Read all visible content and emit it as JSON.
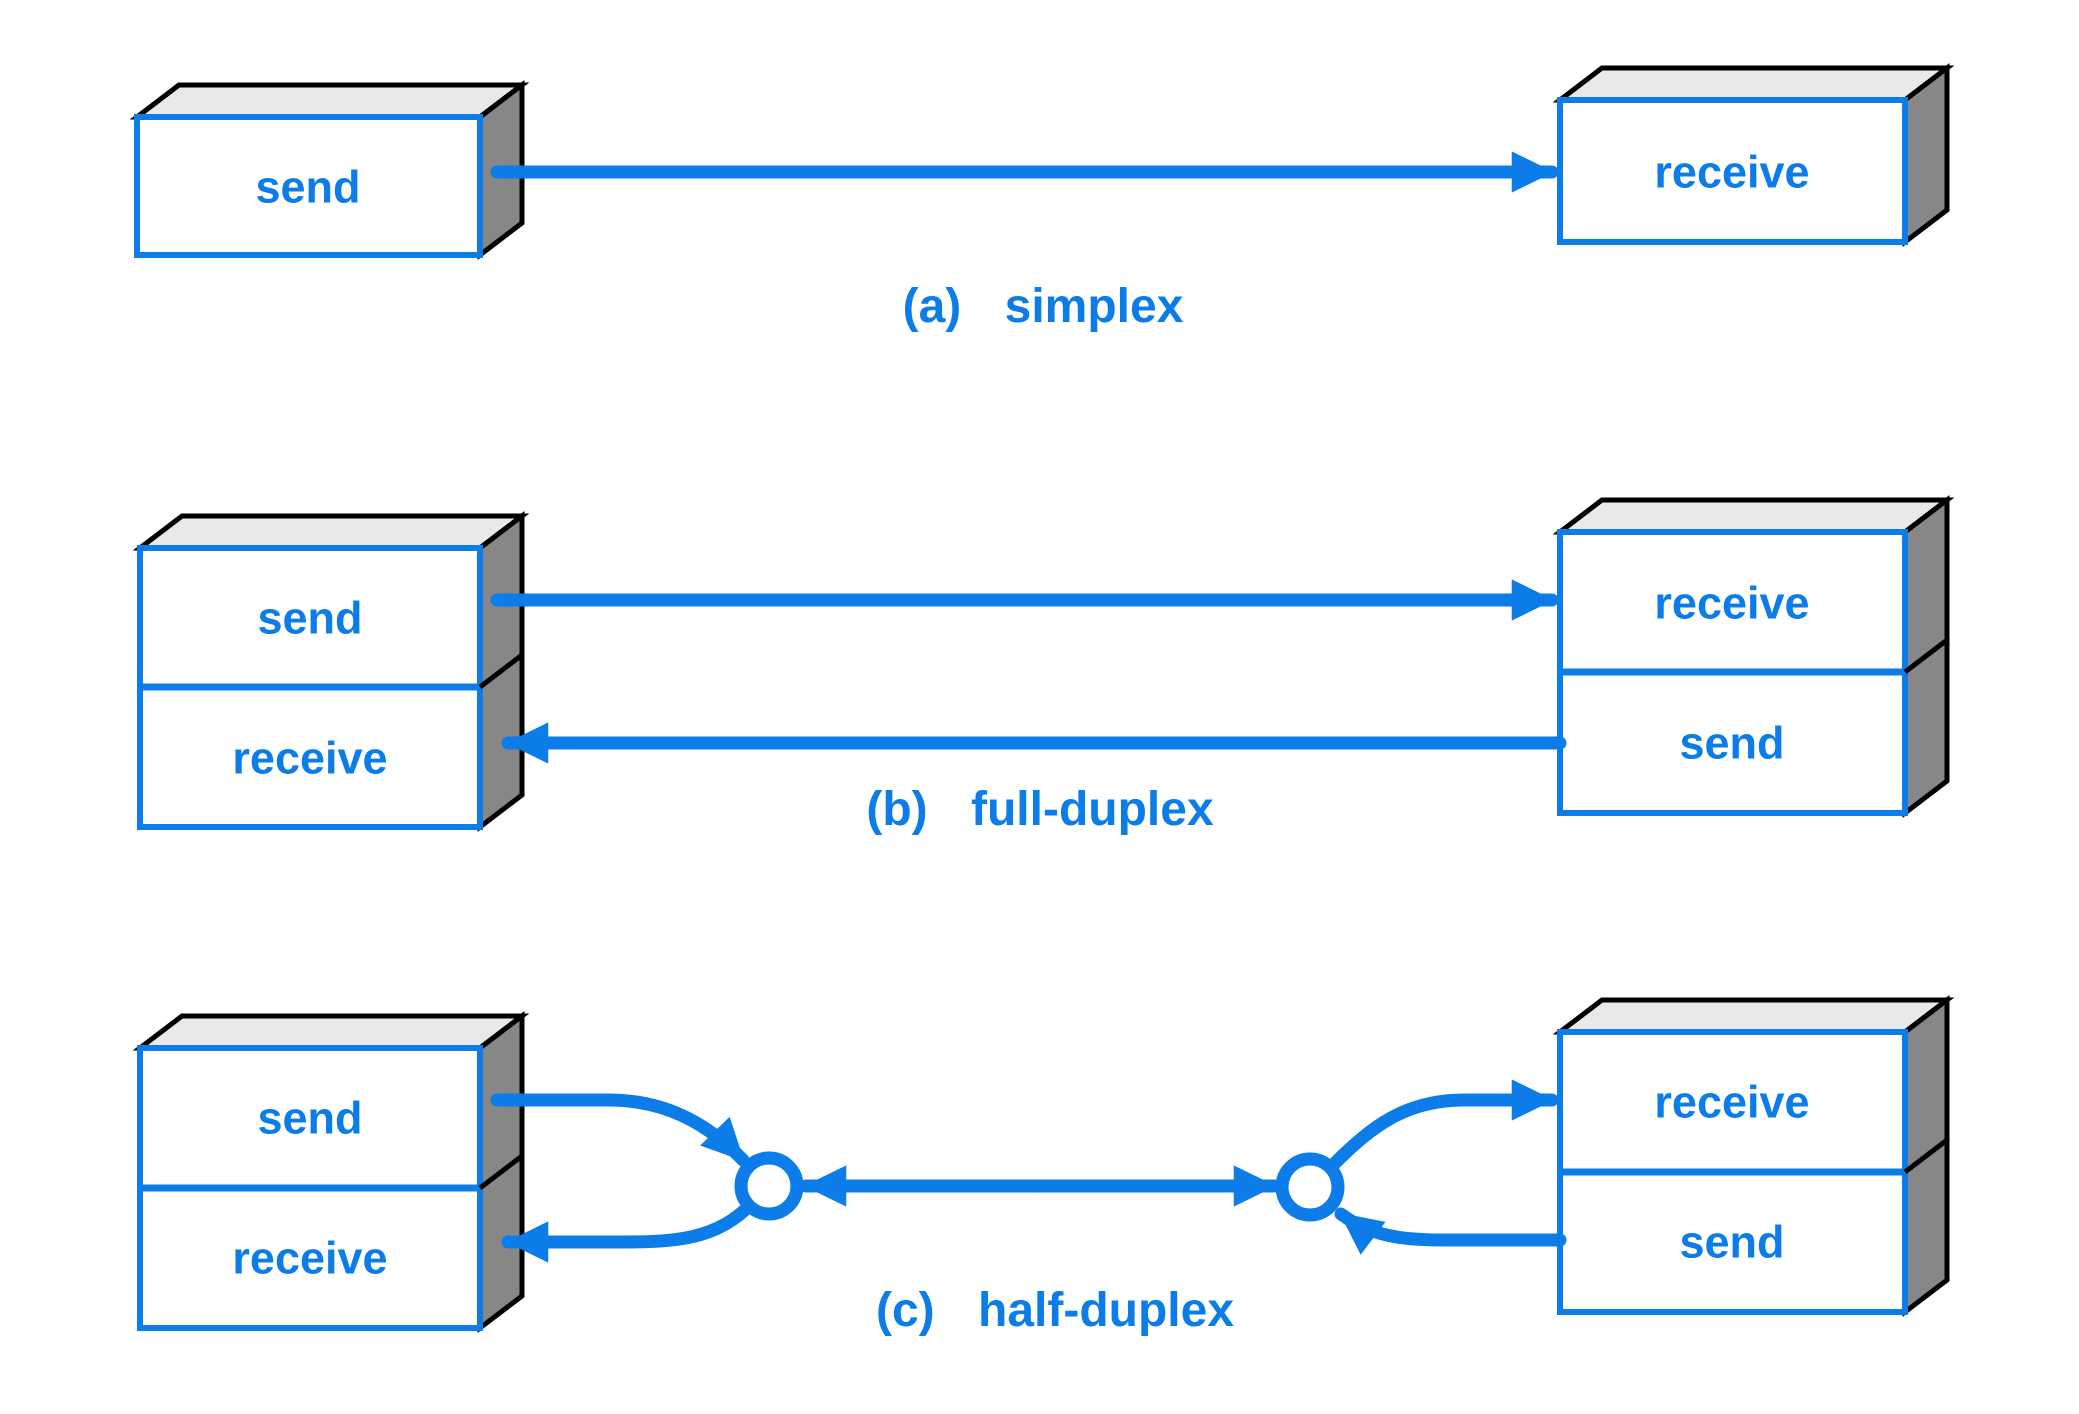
{
  "colors": {
    "blue": "#0b7ce8",
    "box_top": "#e9e9e9",
    "box_side": "#878787",
    "box_face": "#ffffff",
    "edge": "#000000",
    "background": "#ffffff"
  },
  "sections": [
    {
      "id": "a",
      "caption": {
        "prefix": "(a)",
        "label": "simplex"
      },
      "left_box": {
        "cells": [
          "send"
        ]
      },
      "right_box": {
        "cells": [
          "receive"
        ]
      }
    },
    {
      "id": "b",
      "caption": {
        "prefix": "(b)",
        "label": "full-duplex"
      },
      "left_box": {
        "cells": [
          "send",
          "receive"
        ]
      },
      "right_box": {
        "cells": [
          "receive",
          "send"
        ]
      }
    },
    {
      "id": "c",
      "caption": {
        "prefix": "(c)",
        "label": "half-duplex"
      },
      "left_box": {
        "cells": [
          "send",
          "receive"
        ]
      },
      "right_box": {
        "cells": [
          "receive",
          "send"
        ]
      }
    }
  ]
}
